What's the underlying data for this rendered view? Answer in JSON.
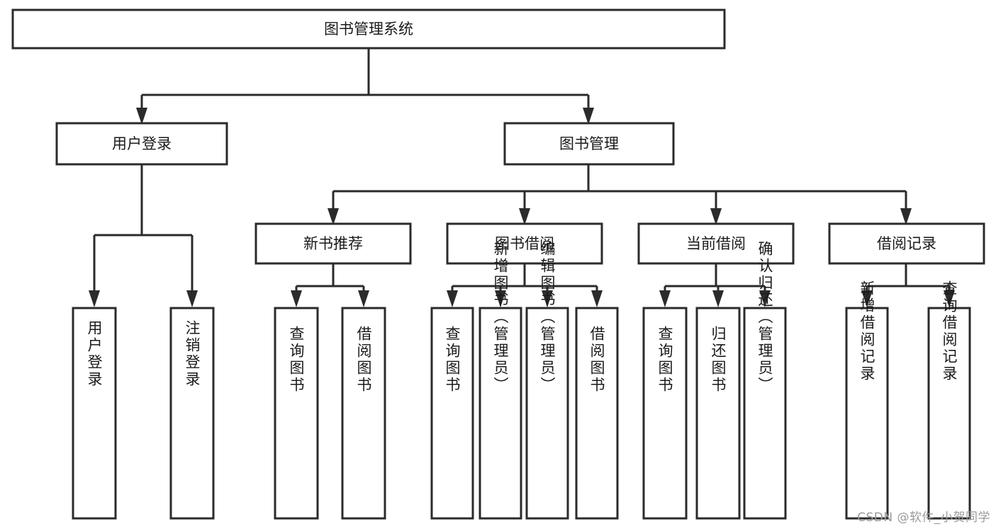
{
  "diagram": {
    "type": "hierarchy-tree",
    "title": "图书管理系统",
    "orientation": "top-down",
    "levels": 3,
    "colors": {
      "box_fill": "#ffffff",
      "box_stroke": "#2b2b2b",
      "connector": "#2b2b2b",
      "text": "#1a1a1a",
      "background": "#ffffff",
      "watermark": "#9a9a9a"
    }
  },
  "root": {
    "label": "图书管理系统"
  },
  "level2": [
    {
      "label": "用户登录"
    },
    {
      "label": "图书管理"
    }
  ],
  "level3": [
    {
      "label": "新书推荐"
    },
    {
      "label": "图书借阅"
    },
    {
      "label": "当前借阅"
    },
    {
      "label": "借阅记录"
    }
  ],
  "leaves": {
    "user_login": [
      {
        "label": "用户登录"
      },
      {
        "label": "注销登录"
      }
    ],
    "new_book_recommend": [
      {
        "label": "查询图书"
      },
      {
        "label": "借阅图书"
      }
    ],
    "book_borrow": [
      {
        "label": "查询图书"
      },
      {
        "label": "新增图书（管理员）"
      },
      {
        "label": "编辑图书（管理员）"
      },
      {
        "label": "借阅图书"
      }
    ],
    "current_borrow": [
      {
        "label": "查询图书"
      },
      {
        "label": "归还图书"
      },
      {
        "label": "确认归还（管理员）"
      }
    ],
    "borrow_record": [
      {
        "label": "新增借阅记录"
      },
      {
        "label": "查询借阅记录"
      }
    ]
  },
  "watermark": {
    "text": "CSDN @软件_小贺同学"
  }
}
